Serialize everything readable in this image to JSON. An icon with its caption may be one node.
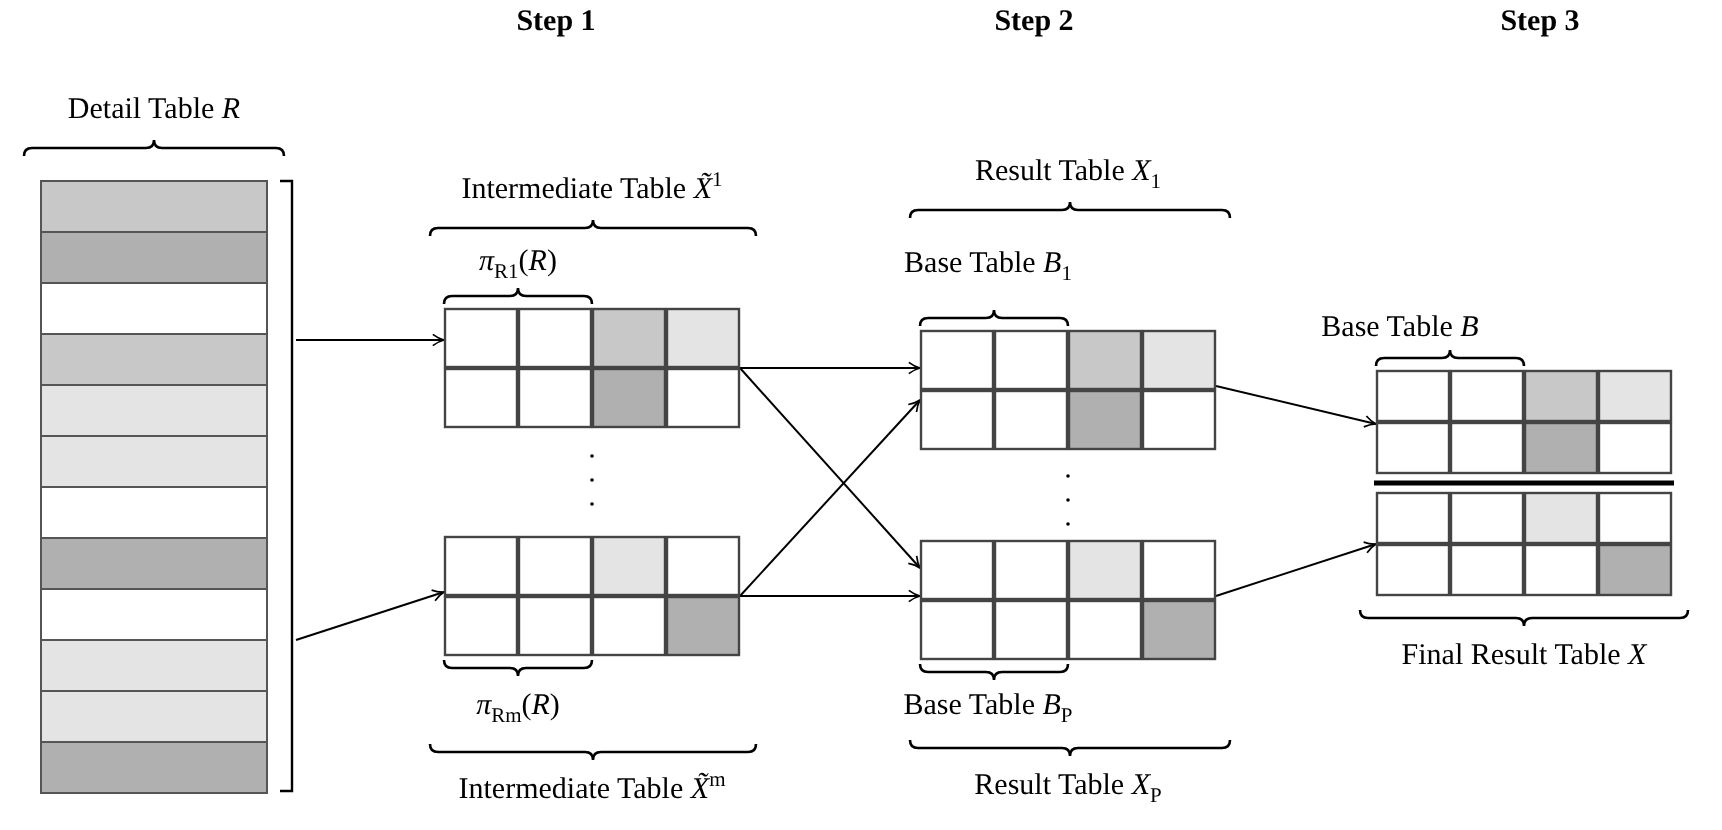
{
  "diagram": {
    "nodes": [
      {
        "text": [
          "Detail Table *R*"
        ]
      },
      {
        "text": [
          "Intermediate Table *X̃*$^{1}$",
          "*π*$_{R1}$(*R*)"
        ]
      },
      {
        "text": [
          "*π*$_{Rm}$(*R*)",
          "Intermediate Table *X̃*$^{m}$"
        ]
      },
      {
        "text": [
          "Result Table *X*$_{1}$",
          "Base Table *B*$_{1}$"
        ]
      },
      {
        "text": [
          "Base Table *B*$_{P}$",
          "Result Table *X*$_{P}$"
        ]
      },
      {
        "text": [
          "Base Table *B*",
          "Final Result Table *X*"
        ]
      }
    ],
    "edges": [
      {
        "from": 0,
        "to": 1,
        "arrow": "to"
      },
      {
        "from": 0,
        "to": 2,
        "arrow": "to"
      },
      {
        "from": 1,
        "to": 3,
        "arrow": "to"
      },
      {
        "from": 1,
        "to": 4,
        "arrow": "to"
      },
      {
        "from": 2,
        "to": 3,
        "arrow": "to"
      },
      {
        "from": 2,
        "to": 4,
        "arrow": "to"
      },
      {
        "from": 3,
        "to": 5,
        "arrow": "to"
      },
      {
        "from": 4,
        "to": 5,
        "arrow": "to"
      }
    ],
    "labels": [
      "Step 1",
      "Step 2",
      "Step 3"
    ]
  }
}
